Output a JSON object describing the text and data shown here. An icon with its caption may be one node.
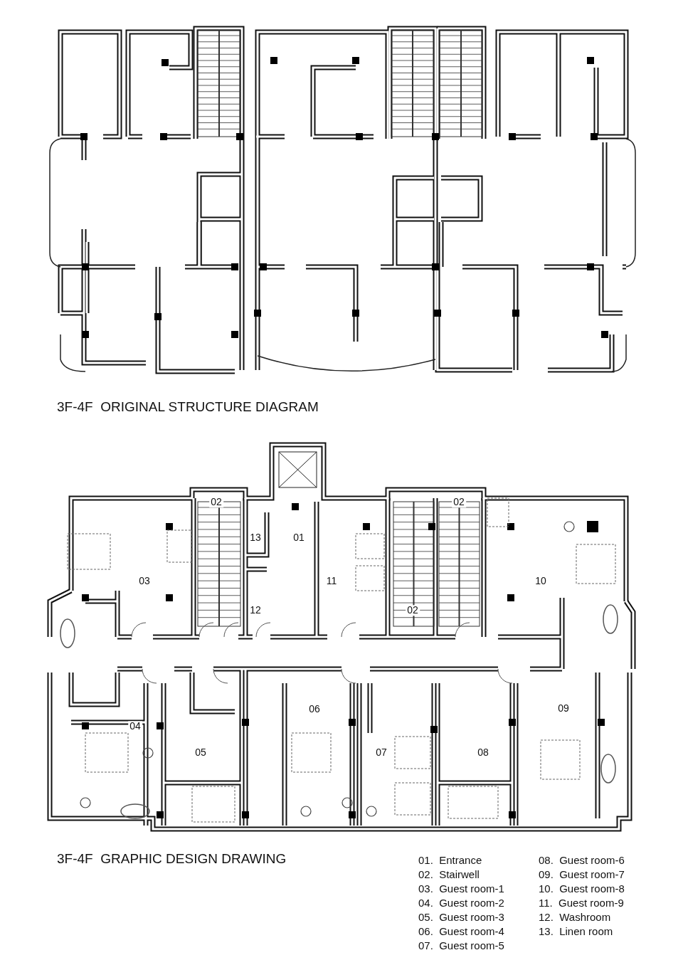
{
  "diagram": {
    "labels": [
      "3F-4F  ORIGINAL STRUCTURE DIAGRAM",
      "02",
      "02",
      "13",
      "01",
      "03",
      "11",
      "10",
      "12",
      "02",
      "06",
      "09",
      "04",
      "05",
      "07",
      "08",
      "3F-4F  GRAPHIC DESIGN DRAWING",
      "01.  Entrance",
      "02.  Stairwell",
      "03.  Guest room-1",
      "04.  Guest room-2",
      "05.  Guest room-3",
      "06.  Guest room-4",
      "07.  Guest room-5",
      "08.  Guest room-6",
      "09.  Guest room-7",
      "10.  Guest room-8",
      "11.  Guest room-9",
      "12.  Washroom",
      "13.  Linen room"
    ]
  }
}
